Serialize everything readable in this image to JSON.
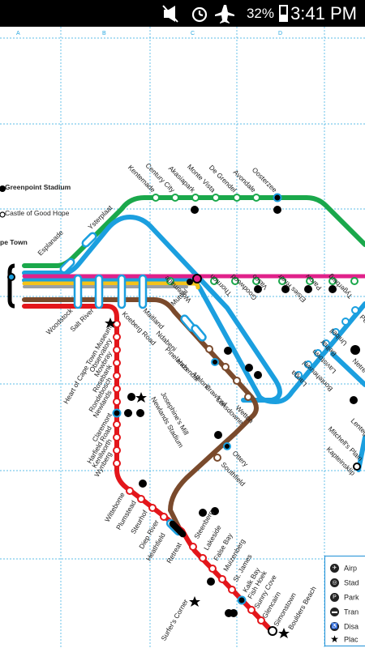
{
  "status_bar": {
    "battery": "32%",
    "time": "3:41 PM"
  },
  "grid_columns": [
    "A",
    "B",
    "C",
    "D"
  ],
  "places": {
    "greenpoint": "Greenpoint Stadium",
    "castle": "Castle of Good Hope",
    "cape_town": "pe Town"
  },
  "lines": {
    "green": "#1aa84b",
    "blue": "#1b9fdf",
    "pink": "#e0218a",
    "yellow": "#f4c31a",
    "brown": "#7a4a2c",
    "red": "#e3161b",
    "gray": "#9aa0a6"
  },
  "stations": {
    "kentemade": "Kentemade",
    "century_city": "Century City",
    "akasiapark": "Akasiapark",
    "monte_vista": "Monte Vista",
    "de_grendel": "De Grendel",
    "avondale": "Avondale",
    "oosterzee": "Oosterzee",
    "ysterplaat": "Ysterplaat",
    "esplanade": "Esplanade",
    "woltemade": "Woltemade",
    "mutual": "Mutual",
    "thornton": "Thornton",
    "goodwood": "Goodwood",
    "vasco": "Vasco",
    "elsies_river": "Elsies River",
    "parow": "Parow",
    "tygerberg": "Tygerberg",
    "woodstock": "Woodstock",
    "salt_river": "Salt River",
    "koeberg_road": "Koeberg Road",
    "maitland": "Maitland",
    "ndabeni": "Ndabeni",
    "pinelands": "Pinelands",
    "hazendal": "Hazendal",
    "athlone": "Athlone",
    "crawford": "Crawford",
    "lansdowne": "Lansdowne",
    "wetton": "Wetton",
    "ottery": "Ottery",
    "southfield": "Southfield",
    "langa": "Langa",
    "bonteheuwel": "Bonteheuwel",
    "lavistown": "Lavistown",
    "belhar": "Belhar",
    "unibell": "Unibell",
    "pent": "Pent",
    "netreg": "Netre",
    "lentegeur": "Lentege",
    "mitchells_plain": "Mitchell's Plain",
    "kapteinsklip": "Kapteinsklip",
    "heart_ct_museum": "Heart of Cape Town Museum",
    "observatory": "Observatory",
    "mowbray": "Mowbray",
    "rosebank": "Rosebank",
    "rondebosch": "Rondebosch",
    "newlands": "Newlands",
    "claremont": "Claremont",
    "harfield_road": "Harfield Road",
    "kenilworth": "Kenilworth",
    "wynberg": "Wynberg",
    "wittebome": "Wittebome",
    "plumstead": "Plumstead",
    "steurhof": "Steurhof",
    "diep_river": "Diep River",
    "heathfield": "Heathfield",
    "retreat": "Retreat",
    "steenberg": "Steenberg",
    "lakeside": "Lakeside",
    "false_bay": "False Bay",
    "muizenberg": "Muizenberg",
    "st_james": "St. James",
    "kalk_bay": "Kalk Bay",
    "fish_hoek": "Fish Hoek",
    "sunny_cove": "Sunny Cove",
    "glencairn": "Glencairn",
    "simonstown": "Simonstown",
    "josephines_mill": "Josephine's Mill",
    "newlands_stadium": "Newlands Stadium",
    "surfers_corner": "Surfer's Corner",
    "boulders_beach": "Boulders Beach"
  },
  "legend": {
    "airport": "Airp",
    "stadium": "Stad",
    "parking": "Park",
    "transport": "Tran",
    "disabled": "Disa",
    "places": "Plac"
  }
}
